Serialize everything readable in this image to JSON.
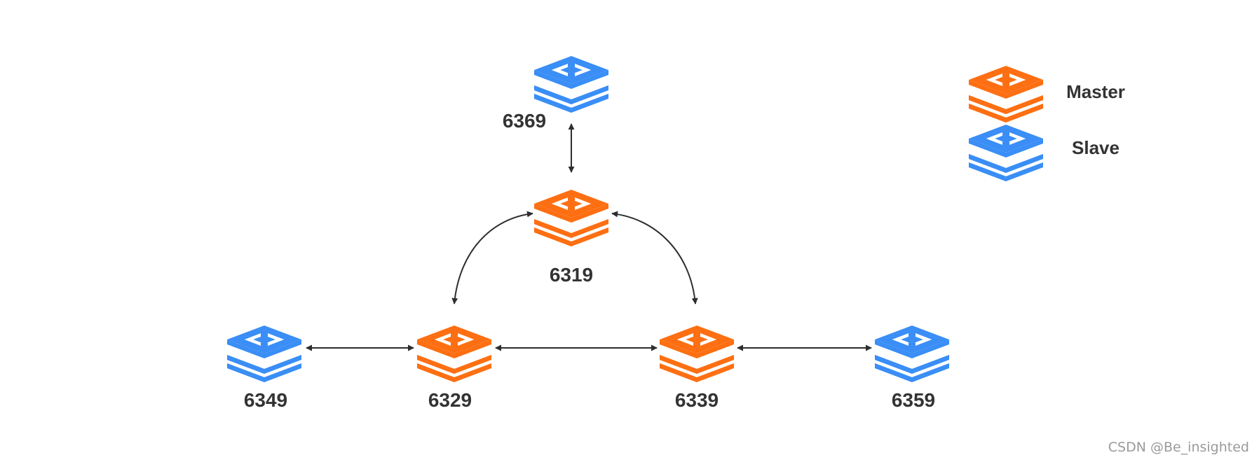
{
  "colors": {
    "master": "#fd6f12",
    "slave": "#3a8ef6",
    "connector": "#2e2e2e",
    "text": "#333333"
  },
  "icons": {
    "master": "redis-stack-icon",
    "slave": "redis-stack-icon"
  },
  "nodes": [
    {
      "id": "6369",
      "label": "6369",
      "role": "slave"
    },
    {
      "id": "6319",
      "label": "6319",
      "role": "master"
    },
    {
      "id": "6349",
      "label": "6349",
      "role": "slave"
    },
    {
      "id": "6329",
      "label": "6329",
      "role": "master"
    },
    {
      "id": "6339",
      "label": "6339",
      "role": "master"
    },
    {
      "id": "6359",
      "label": "6359",
      "role": "slave"
    }
  ],
  "edges": [
    {
      "from": "6369",
      "to": "6319",
      "shape": "straight",
      "direction": "both"
    },
    {
      "from": "6319",
      "to": "6329",
      "shape": "curved",
      "direction": "both"
    },
    {
      "from": "6319",
      "to": "6339",
      "shape": "curved",
      "direction": "both"
    },
    {
      "from": "6349",
      "to": "6329",
      "shape": "straight",
      "direction": "both"
    },
    {
      "from": "6329",
      "to": "6339",
      "shape": "straight",
      "direction": "both"
    },
    {
      "from": "6339",
      "to": "6359",
      "shape": "straight",
      "direction": "both"
    }
  ],
  "legend": {
    "master": "Master",
    "slave": "Slave"
  },
  "watermark": "CSDN @Be_insighted"
}
